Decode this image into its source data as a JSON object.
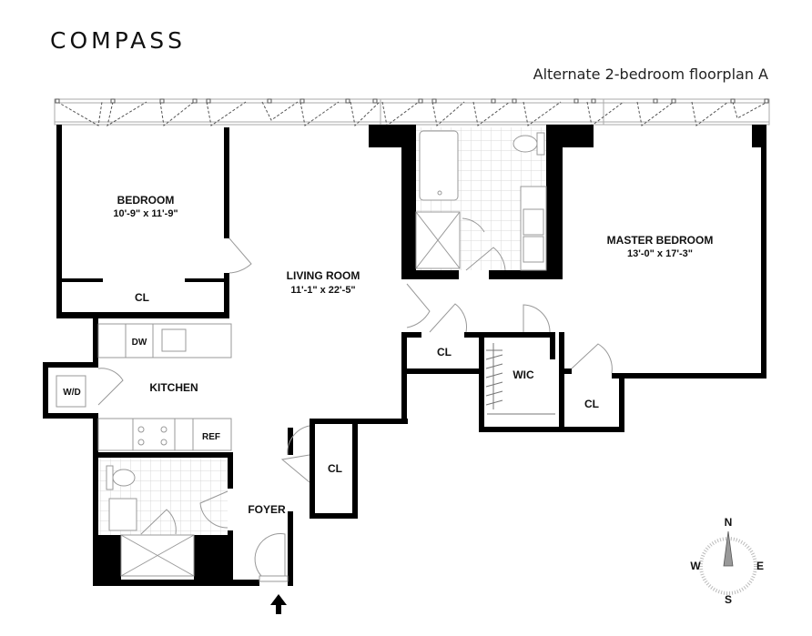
{
  "header": {
    "brand": "COMPASS",
    "subtitle": "Alternate 2-bedroom floorplan A"
  },
  "rooms": [
    {
      "name": "BEDROOM",
      "dims": "10'-9\" x 11'-9\""
    },
    {
      "name": "LIVING ROOM",
      "dims": "11'-1\" x 22'-5\""
    },
    {
      "name": "MASTER BEDROOM",
      "dims": "13'-0\" x 17'-3\""
    },
    {
      "name": "KITCHEN"
    },
    {
      "name": "FOYER"
    },
    {
      "name": "WIC"
    }
  ],
  "fixtures": {
    "closet": "CL",
    "dishwasher": "DW",
    "washer_dryer": "W/D",
    "refrigerator": "REF"
  },
  "compass": {
    "north": "N",
    "south": "S",
    "east": "E",
    "west": "W"
  },
  "colors": {
    "wall": "#000000",
    "fixture_line": "#9a9a9a",
    "tile_line": "#d8d8d8"
  }
}
